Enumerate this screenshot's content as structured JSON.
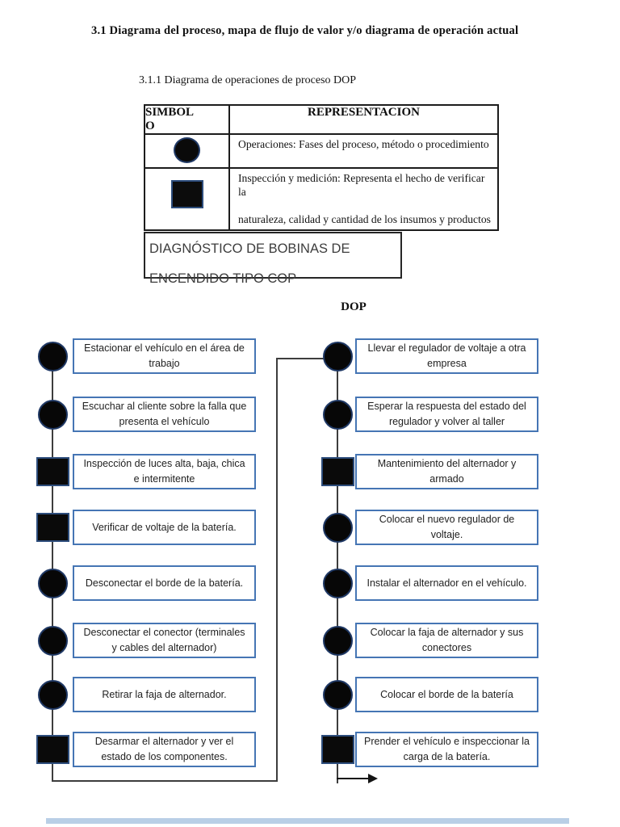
{
  "page": {
    "title": "3.1 Diagrama del proceso, mapa de flujo de valor y/o diagrama de operación actual",
    "subtitle": "3.1.1 Diagrama de operaciones de proceso DOP",
    "dop_label": "DOP"
  },
  "symbol_table": {
    "header_symbol": "SIMBOLO",
    "header_representation": "REPRESENTACION",
    "row_operation": {
      "symbol": "circle",
      "text": "Operaciones: Fases del proceso, método o procedimiento"
    },
    "row_inspection": {
      "symbol": "square",
      "text_line1": "Inspección y medición: Representa el hecho de verificar la",
      "text_line2": "naturaleza, calidad y cantidad de los insumos y productos"
    }
  },
  "diagnostic_box": {
    "line1": "DIAGNÓSTICO DE BOBINAS DE",
    "line2": "ENCENDIDO TIPO COP"
  },
  "flowchart": {
    "left": [
      {
        "symbol": "circle",
        "label": "Estacionar el vehículo en el área de trabajo"
      },
      {
        "symbol": "circle",
        "label": "Escuchar al cliente sobre la falla que presenta el vehículo"
      },
      {
        "symbol": "square",
        "label": "Inspección de luces alta, baja, chica e intermitente"
      },
      {
        "symbol": "square",
        "label": "Verificar de voltaje de la batería."
      },
      {
        "symbol": "circle",
        "label": "Desconectar el borde de la batería."
      },
      {
        "symbol": "circle",
        "label": "Desconectar el conector (terminales y cables del alternador)"
      },
      {
        "symbol": "circle",
        "label": "Retirar la faja de alternador."
      },
      {
        "symbol": "square",
        "label": "Desarmar el alternador y ver el estado de los componentes."
      }
    ],
    "right": [
      {
        "symbol": "circle",
        "label": "Llevar el regulador de voltaje a otra empresa"
      },
      {
        "symbol": "circle",
        "label": "Esperar la respuesta del estado del regulador y volver al taller"
      },
      {
        "symbol": "square",
        "label": "Mantenimiento del alternador y armado"
      },
      {
        "symbol": "circle",
        "label": "Colocar el nuevo regulador de voltaje."
      },
      {
        "symbol": "circle",
        "label": "Instalar el alternador en el vehículo."
      },
      {
        "symbol": "circle",
        "label": "Colocar la faja de alternador y sus conectores"
      },
      {
        "symbol": "circle",
        "label": "Colocar el borde de la batería"
      },
      {
        "symbol": "square",
        "label": "Prender el vehículo e inspeccionar la carga de la batería."
      }
    ]
  },
  "colors": {
    "flow_box_border": "#4575b4",
    "symbol_fill": "#0a0a0a",
    "symbol_outline": "#1f3864",
    "connector_line": "#3d3d3d",
    "table_border": "#1c1c1c"
  }
}
